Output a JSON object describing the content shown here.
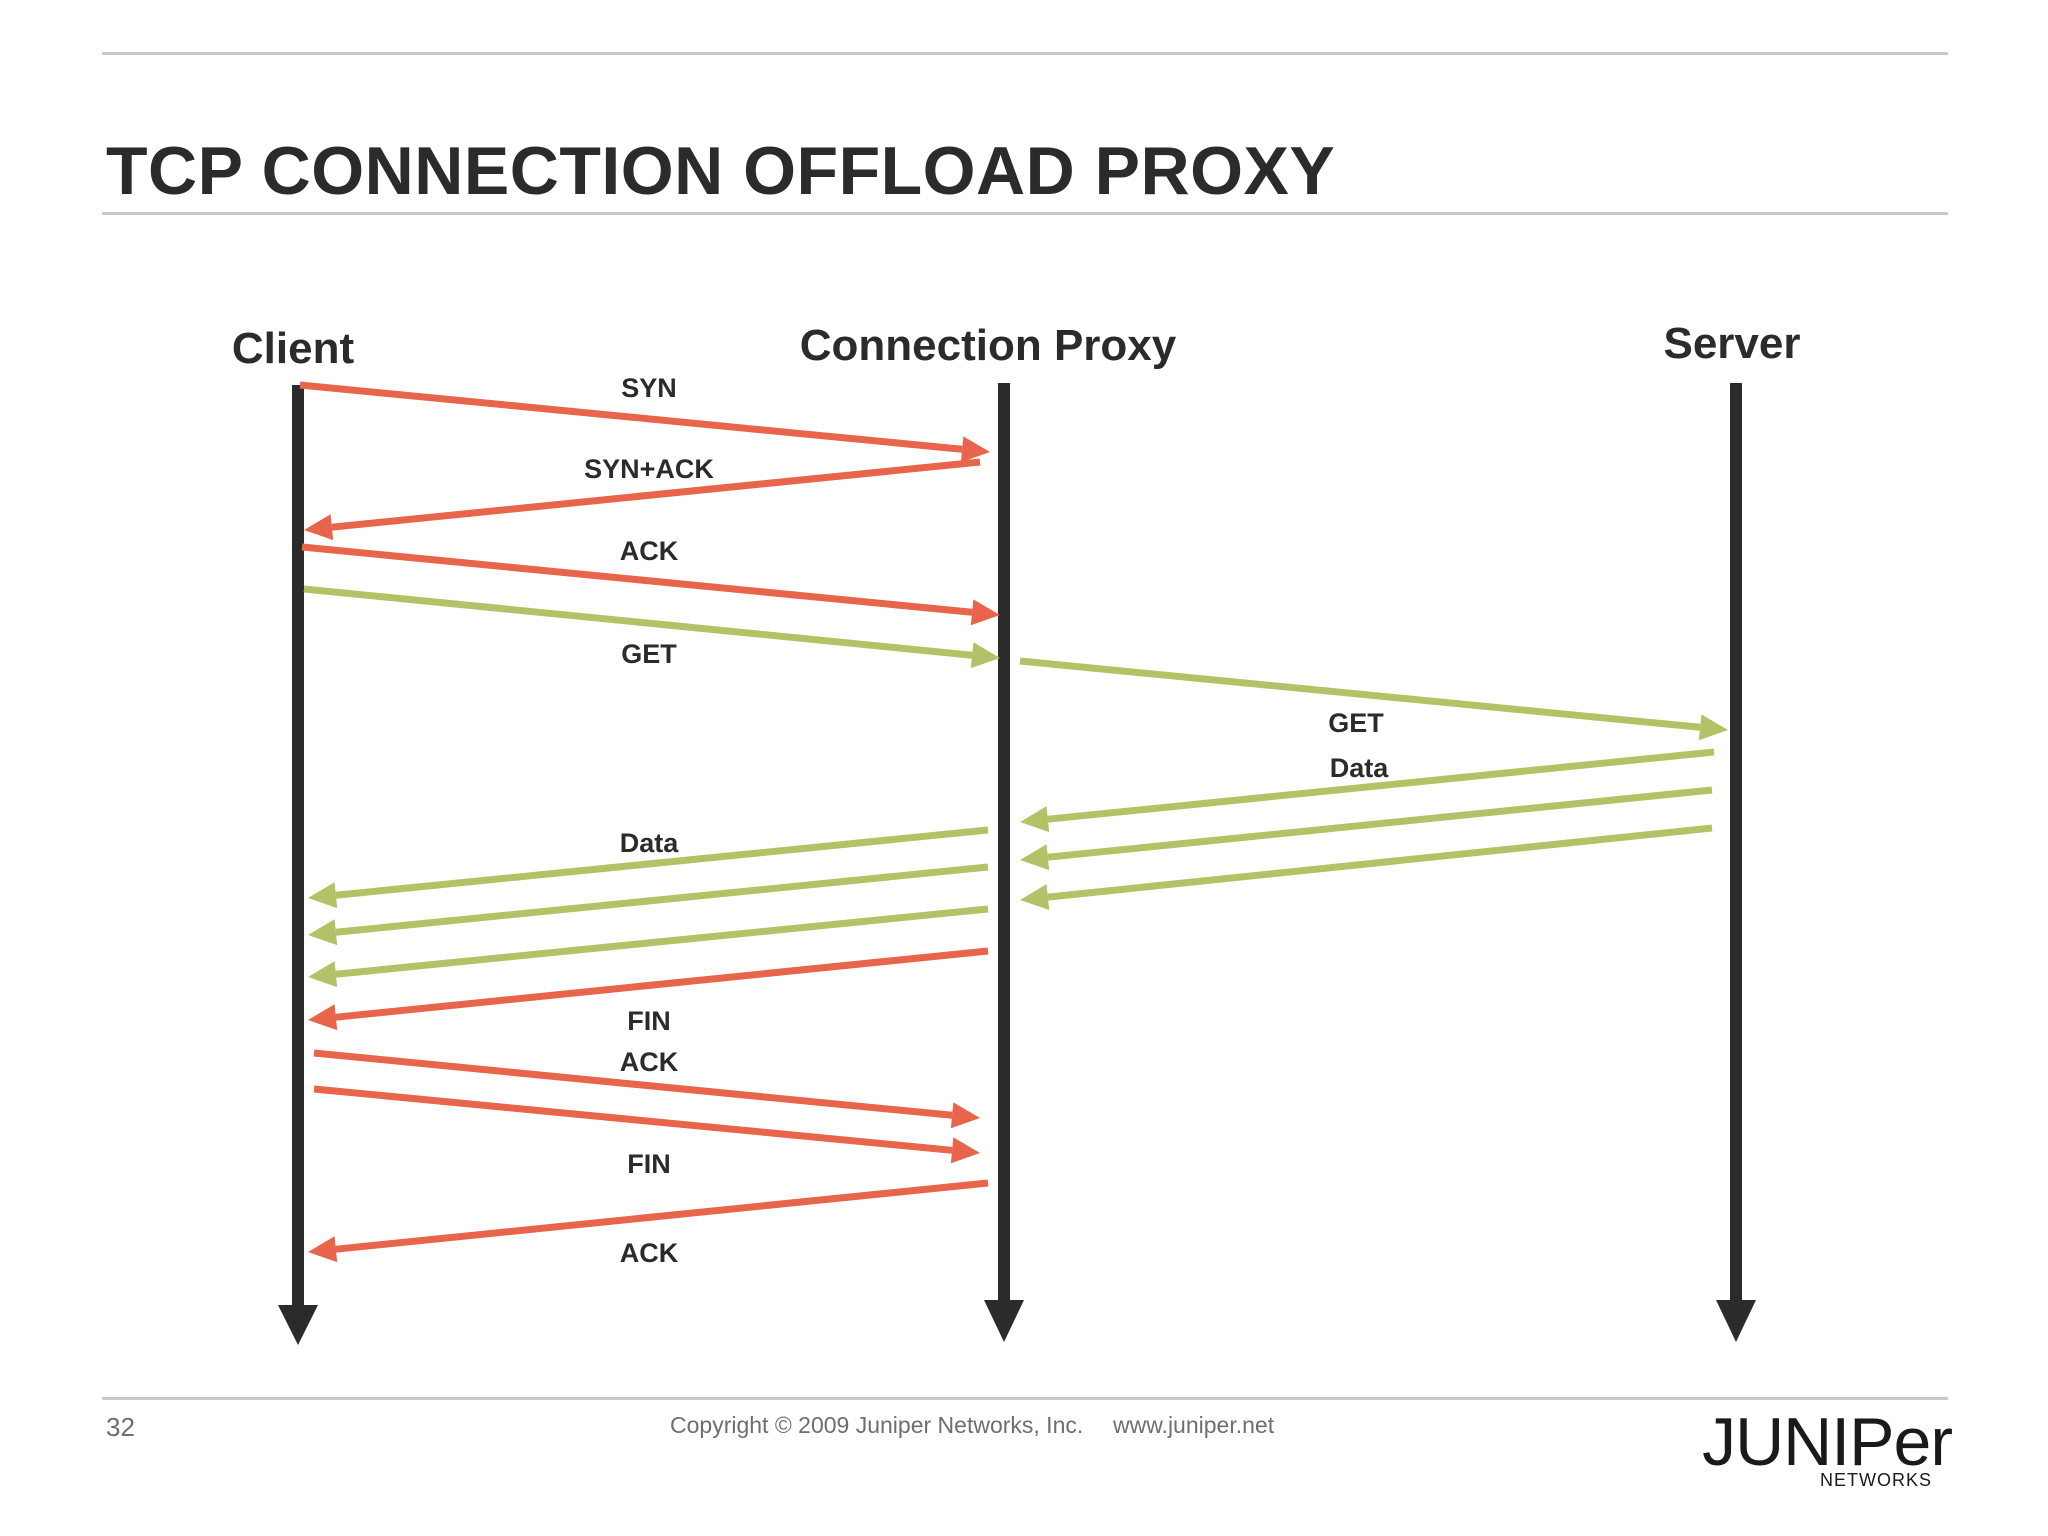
{
  "slide": {
    "title": "TCP CONNECTION OFFLOAD PROXY",
    "page_number": "32",
    "copyright": "Copyright © 2009 Juniper Networks, Inc.",
    "url": "www.juniper.net",
    "logo_word": "JUNIPer",
    "logo_sub": "NETWORKS"
  },
  "colors": {
    "handshake": "#e8644a",
    "data": "#b5c167",
    "lifeline": "#2b2b2b"
  },
  "diagram": {
    "actors": [
      "Client",
      "Connection Proxy",
      "Server"
    ],
    "messages": [
      {
        "label": "SYN",
        "from": "Client",
        "to": "Connection Proxy",
        "kind": "handshake"
      },
      {
        "label": "SYN+ACK",
        "from": "Connection Proxy",
        "to": "Client",
        "kind": "handshake"
      },
      {
        "label": "ACK",
        "from": "Client",
        "to": "Connection Proxy",
        "kind": "handshake"
      },
      {
        "label": "GET",
        "from": "Client",
        "to": "Connection Proxy",
        "kind": "data"
      },
      {
        "label": "GET",
        "from": "Connection Proxy",
        "to": "Server",
        "kind": "data"
      },
      {
        "label": "Data",
        "from": "Server",
        "to": "Connection Proxy",
        "kind": "data"
      },
      {
        "label": "",
        "from": "Server",
        "to": "Connection Proxy",
        "kind": "data"
      },
      {
        "label": "",
        "from": "Server",
        "to": "Connection Proxy",
        "kind": "data"
      },
      {
        "label": "Data",
        "from": "Connection Proxy",
        "to": "Client",
        "kind": "data"
      },
      {
        "label": "",
        "from": "Connection Proxy",
        "to": "Client",
        "kind": "data"
      },
      {
        "label": "",
        "from": "Connection Proxy",
        "to": "Client",
        "kind": "data"
      },
      {
        "label": "FIN",
        "from": "Connection Proxy",
        "to": "Client",
        "kind": "handshake"
      },
      {
        "label": "ACK",
        "from": "Client",
        "to": "Connection Proxy",
        "kind": "handshake"
      },
      {
        "label": "FIN",
        "from": "Client",
        "to": "Connection Proxy",
        "kind": "handshake"
      },
      {
        "label": "ACK",
        "from": "Connection Proxy",
        "to": "Client",
        "kind": "handshake"
      }
    ]
  }
}
